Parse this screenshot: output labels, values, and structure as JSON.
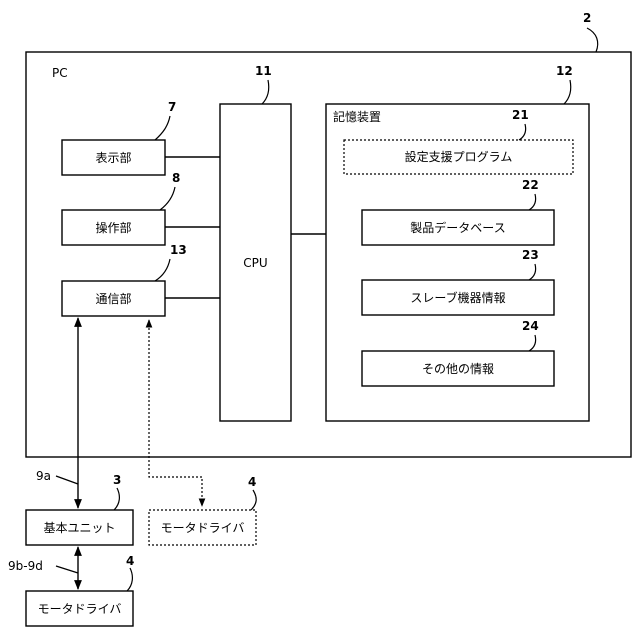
{
  "refs": {
    "pc": "2",
    "cpu": "11",
    "storage": "12",
    "display": "7",
    "operation": "8",
    "comm": "13",
    "setup_program": "21",
    "product_db": "22",
    "slave_info": "23",
    "other_info": "24",
    "base_unit": "3",
    "motor_driver_dashed": "4",
    "motor_driver": "4",
    "link_9a": "9a",
    "link_9bd": "9b-9d"
  },
  "labels": {
    "pc": "PC",
    "cpu": "CPU",
    "storage": "記憶装置",
    "display": "表示部",
    "operation": "操作部",
    "comm": "通信部",
    "setup_program": "設定支援プログラム",
    "product_db": "製品データベース",
    "slave_info": "スレーブ機器情報",
    "other_info": "その他の情報",
    "base_unit": "基本ユニット",
    "motor_driver_dashed": "モータドライバ",
    "motor_driver": "モータドライバ"
  }
}
